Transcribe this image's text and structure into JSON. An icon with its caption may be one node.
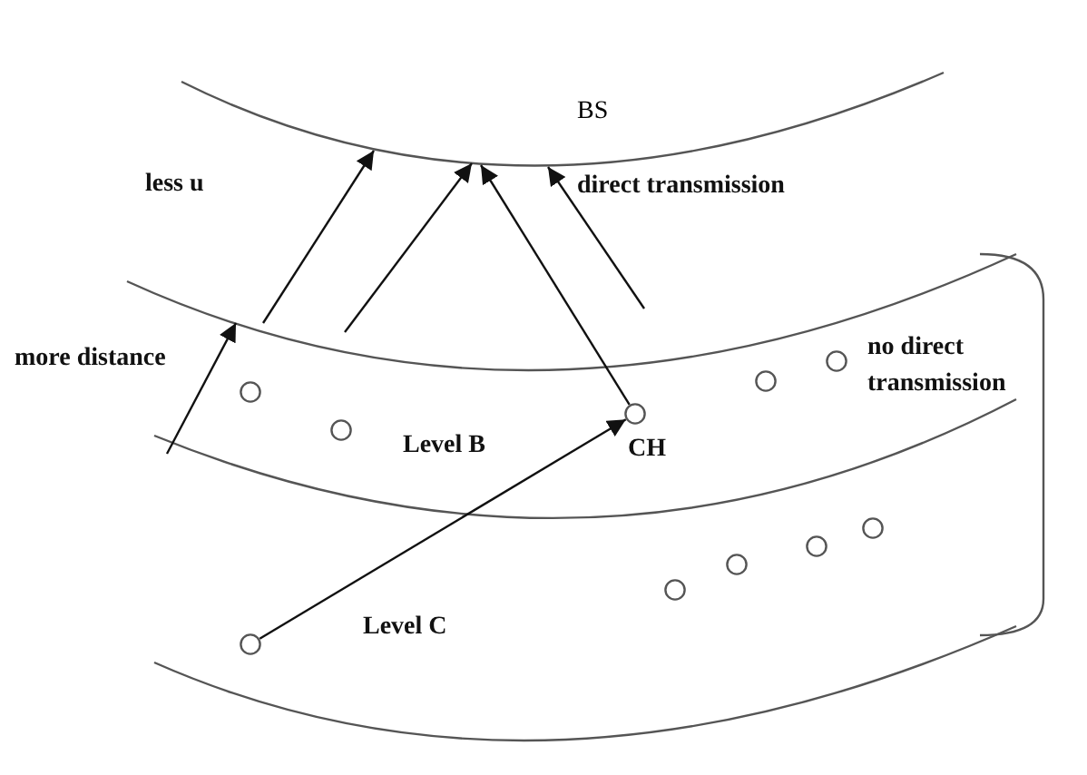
{
  "diagram": {
    "nodes": [
      {
        "text": [
          "BS"
        ]
      },
      {
        "text": [],
        "shape": "circle"
      },
      {
        "text": [],
        "shape": "circle"
      },
      {
        "text": [],
        "shape": "circle",
        "beside": [
          "CH"
        ]
      },
      {
        "text": [],
        "shape": "circle"
      },
      {
        "text": [],
        "shape": "circle"
      },
      {
        "text": [],
        "shape": "circle"
      },
      {
        "text": [],
        "shape": "circle"
      },
      {
        "text": [],
        "shape": "circle"
      },
      {
        "text": [],
        "shape": "circle"
      },
      {
        "text": [],
        "shape": "circle"
      }
    ],
    "edges": [
      {
        "from": null,
        "to": 0,
        "arrow": "to"
      },
      {
        "from": null,
        "to": 0,
        "arrow": "to"
      },
      {
        "from": 6,
        "to": 3,
        "arrow": "to"
      },
      {
        "from": 3,
        "to": 0,
        "arrow": "to"
      },
      {
        "from": null,
        "to": 0,
        "arrow": "to"
      }
    ],
    "labels": [
      "less u",
      "direct transmission",
      "more distance",
      "no direct",
      "Level B",
      "transmission",
      "Level C"
    ]
  }
}
